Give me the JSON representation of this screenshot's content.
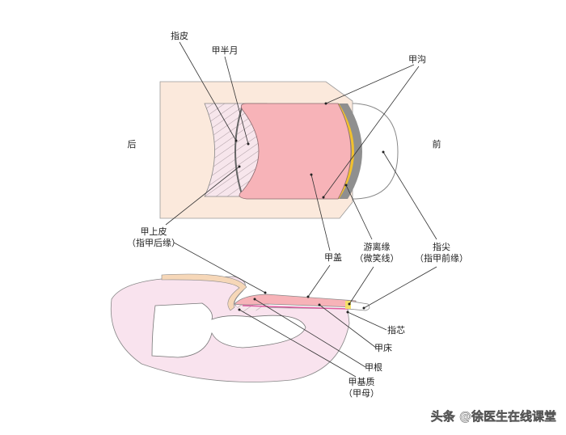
{
  "labels": {
    "cuticle": "指皮",
    "lunula": "甲半月",
    "nail_groove": "甲沟",
    "back": "后",
    "front": "前",
    "eponychium": "甲上皮",
    "eponychium_note": "（指甲后缘）",
    "nail_plate": "甲盖",
    "free_edge": "游离缘",
    "free_edge_note": "（微笑线）",
    "fingertip": "指尖",
    "fingertip_note": "（指甲前缘）",
    "hyponychium": "指芯",
    "nail_bed": "甲床",
    "nail_root": "甲根",
    "matrix": "甲基质",
    "matrix_note": "（甲母）"
  },
  "watermark": "头条 @徐医生在线课堂",
  "colors": {
    "skin": "#fbe9dc",
    "nail": "#f7b3b8",
    "hatch": "#f7e4ea",
    "yellow": "#f2c12e",
    "gray": "#8f8f8f",
    "finger_section": "#f9e3ee"
  }
}
